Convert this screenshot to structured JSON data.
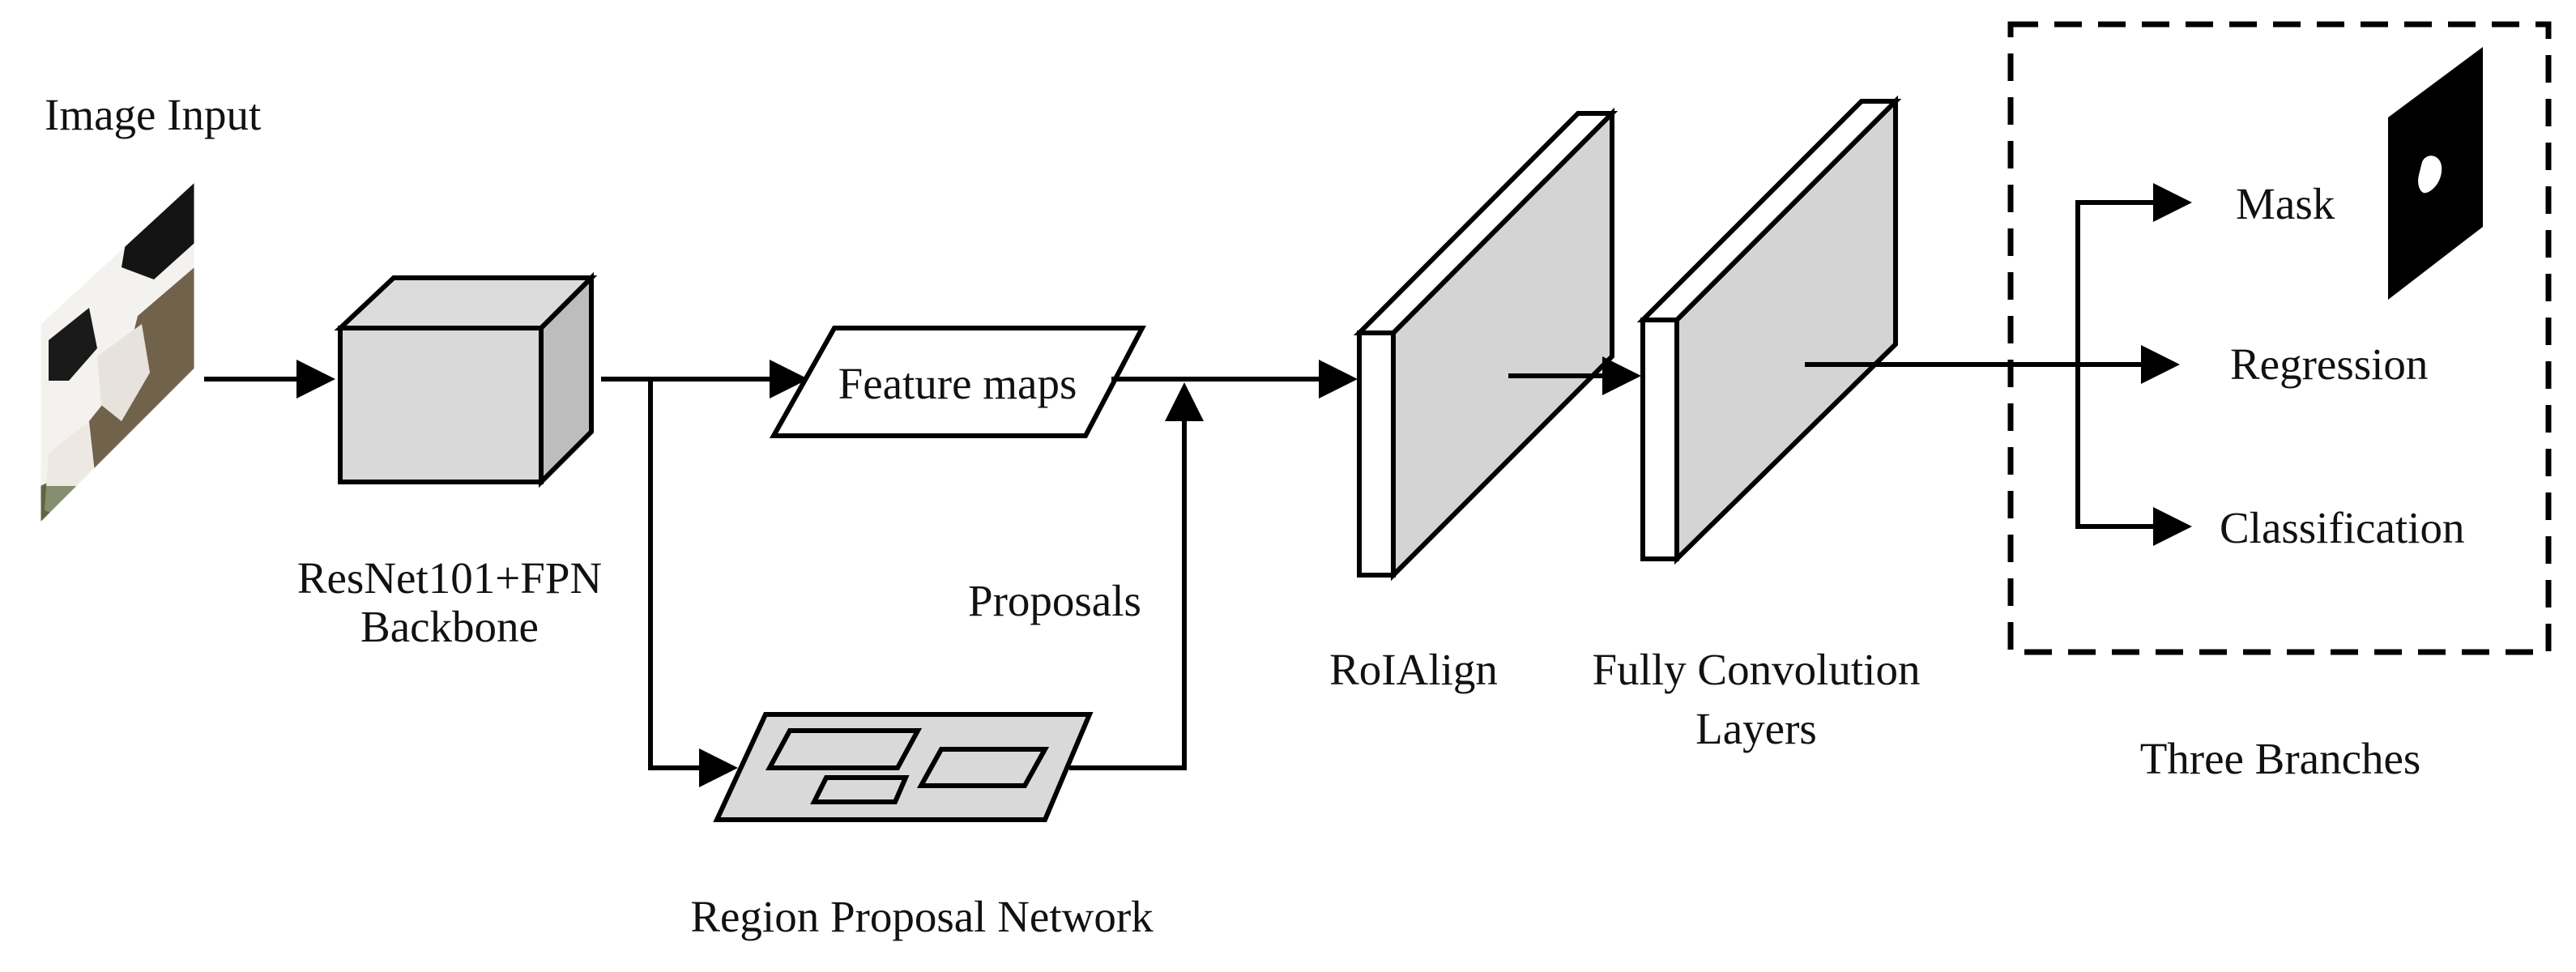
{
  "colors": {
    "box_front": "#d9d9d9",
    "box_top": "#dcdcdc",
    "box_side": "#bdbdbd",
    "panel_face": "#d4d4d4",
    "rpn_fill": "#d9d9d9",
    "mask_bg": "#000000",
    "stroke": "#000000"
  },
  "labels": {
    "image_input": "Image Input",
    "backbone_line1": "ResNet101+FPN",
    "backbone_line2": "Backbone",
    "feature_maps": "Feature maps",
    "proposals": "Proposals",
    "rpn": "Region Proposal Network",
    "roialign": "RoIAlign",
    "fcl_line1": "Fully Convolution",
    "fcl_line2": "Layers",
    "mask": "Mask",
    "regression": "Regression",
    "classification": "Classification",
    "three_branches": "Three Branches"
  },
  "icons": {
    "input_image": "cow-photo-thumbnail",
    "mask_output": "binary-mask-thumbnail"
  }
}
